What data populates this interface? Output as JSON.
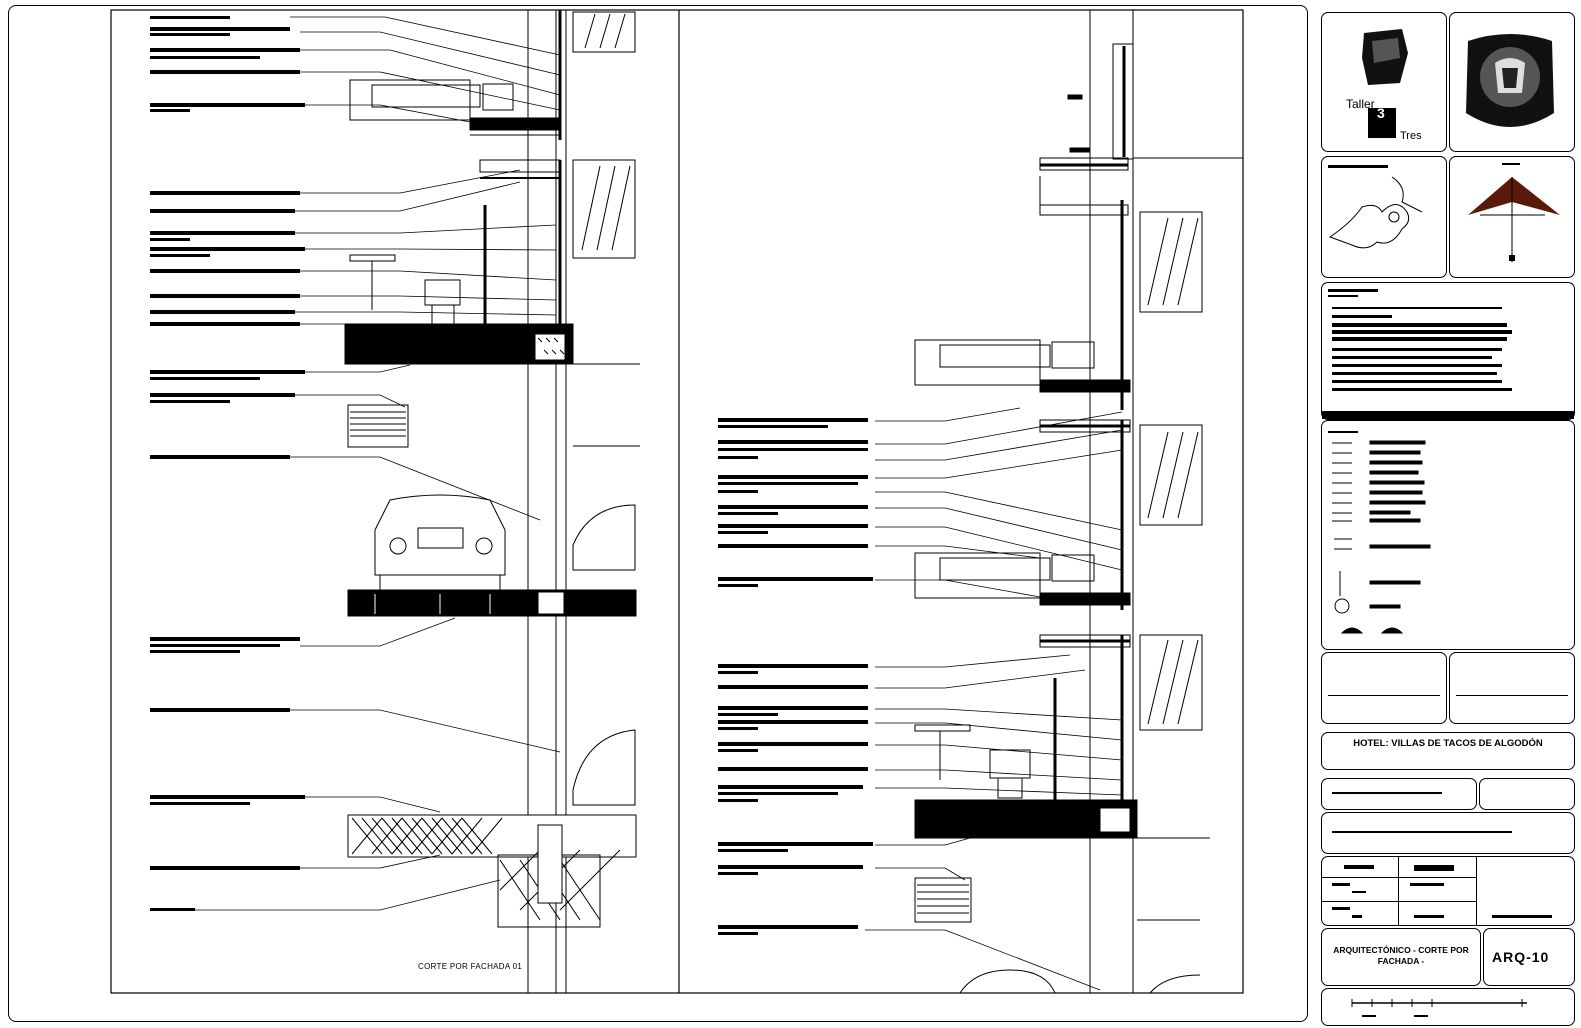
{
  "drawing": {
    "caption": "CORTE POR FACHADA 01"
  },
  "title_block": {
    "studio_logo": {
      "line1": "Taller",
      "number": "3",
      "line2": "Tres"
    },
    "project_title": "HOTEL: VILLAS DE TACOS DE ALGODÓN",
    "sheet_subject": "ARQUITECTÓNICO - CORTE POR FACHADA -",
    "sheet_code": "ARQ-10"
  }
}
